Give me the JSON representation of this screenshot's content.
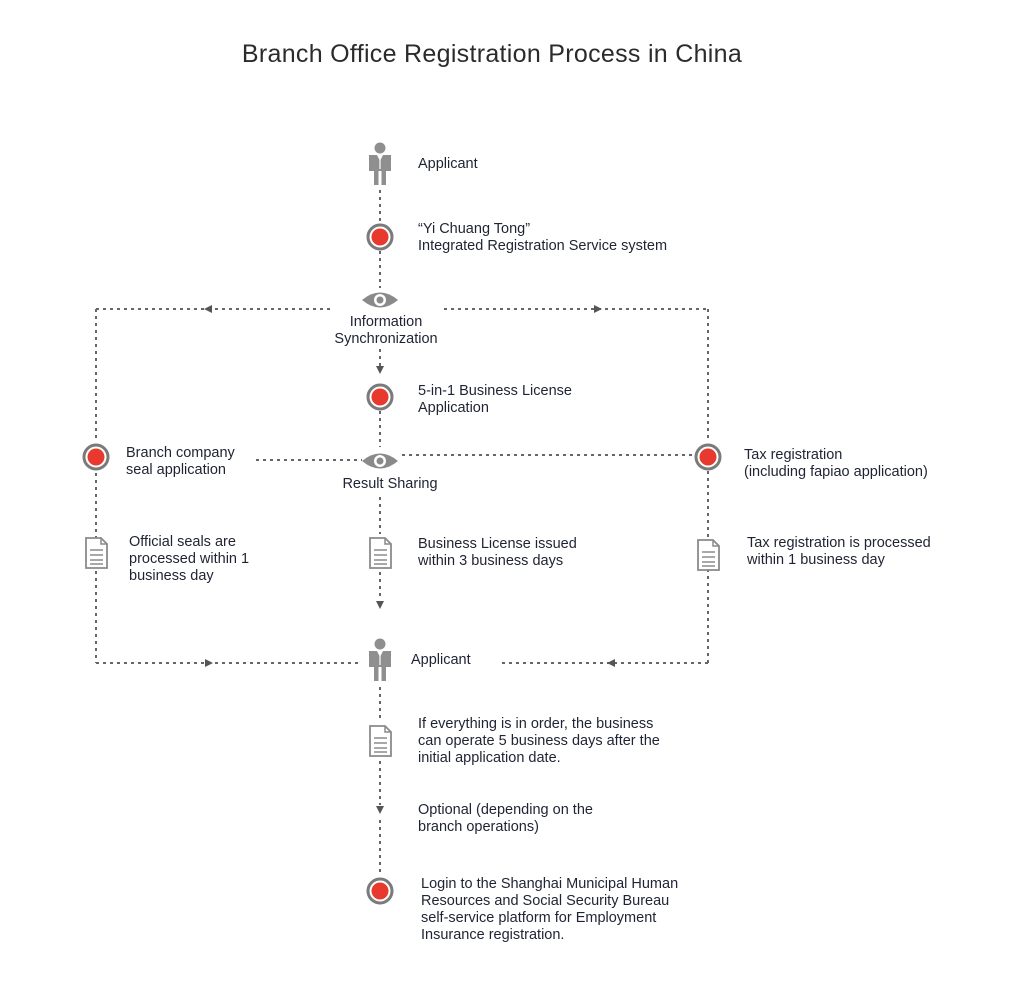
{
  "title": "Branch Office Registration Process in China",
  "colors": {
    "node_fill": "#e8392f",
    "node_ring": "#7a7a7a",
    "line": "#666666",
    "icon": "#8f8f8f",
    "text": "#1f2333"
  },
  "icons": {
    "person": "person-icon",
    "node": "step-node-icon",
    "eye": "eye-icon",
    "document": "document-icon"
  },
  "labels": {
    "applicant_top": "Applicant",
    "yct": [
      "“Yi Chuang Tong”",
      "Integrated Registration Service system"
    ],
    "info_sync": [
      "Information",
      "Synchronization"
    ],
    "license_app": [
      "5-in-1 Business License",
      "Application"
    ],
    "result_sharing": "Result Sharing",
    "seal_app": [
      "Branch company",
      "seal application"
    ],
    "tax_reg": [
      "Tax registration",
      "(including fapiao application)"
    ],
    "seals_time": [
      "Official seals are",
      "processed within 1",
      "business day"
    ],
    "license_time": [
      "Business License issued",
      "within 3 business days"
    ],
    "tax_time": [
      "Tax registration is processed",
      "within 1 business day"
    ],
    "applicant_mid": "Applicant",
    "operate": [
      "If everything is in order, the business",
      "can operate 5 business days after the",
      "initial application date."
    ],
    "optional": [
      "Optional (depending on the",
      "branch operations)"
    ],
    "login": [
      "Login to the Shanghai Municipal Human",
      "Resources and Social Security Bureau",
      "self-service platform for Employment",
      "Insurance registration."
    ]
  }
}
